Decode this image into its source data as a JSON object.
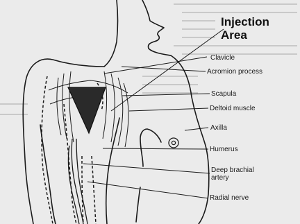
{
  "diagram": {
    "title_lines": [
      "Injection",
      "Area"
    ],
    "labels": {
      "clavicle": "Clavicle",
      "acromion": "Acromion process",
      "scapula": "Scapula",
      "deltoid": "Deltoid muscle",
      "axilla": "Axilla",
      "humerus": "Humerus",
      "brachial_artery": [
        "Deep brachial",
        "artery"
      ],
      "radial_nerve": "Radial nerve"
    },
    "colors": {
      "ink": "#1a1a1a",
      "injection_area": "#2a2a2a",
      "paper": "#ebebeb"
    }
  }
}
